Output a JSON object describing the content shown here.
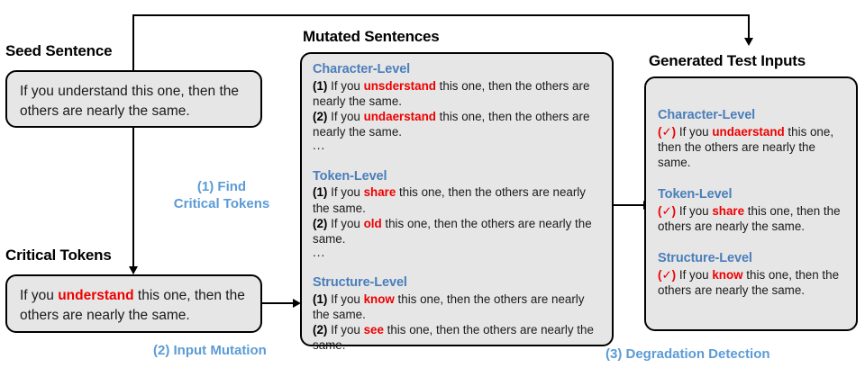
{
  "diagram": {
    "title_seed": "Seed Sentence",
    "title_critical": "Critical Tokens",
    "title_mutated": "Mutated Sentences",
    "title_generated": "Generated Test Inputs",
    "accent_blue": "#5b9bd5",
    "heading_blue": "#4a7ebb",
    "highlight_red": "#ee0000",
    "panel_fill": "#e6e6e6"
  },
  "seed_box": {
    "pre": "If you understand this one, then the others are nearly the same."
  },
  "critical_box": {
    "part1": "If you ",
    "token": "understand",
    "part2": " this one, then the others are nearly the same."
  },
  "steps": {
    "s1": "(1) Find\nCritical Tokens",
    "s2": "(2) Input Mutation",
    "s3": "(3) Degradation Detection"
  },
  "mutated": {
    "character": {
      "title": "Character-Level",
      "n1": "(1)",
      "a1": " If you ",
      "t1": "unsderstand",
      "b1": " this one, then the others are nearly the same.",
      "n2": "(2)",
      "a2": " If you ",
      "t2": "undaerstand",
      "b2": " this one, then the others are nearly the same.",
      "ellipsis": "..."
    },
    "token": {
      "title": "Token-Level",
      "n1": "(1)",
      "a1": " If you ",
      "t1": "share",
      "b1": " this one, then the others are nearly the same.",
      "n2": "(2)",
      "a2": " If you ",
      "t2": "old",
      "b2": " this one, then the others are nearly the same.",
      "ellipsis": "..."
    },
    "structure": {
      "title": "Structure-Level",
      "n1": "(1)",
      "a1": " If you ",
      "t1": "know",
      "b1": " this one, then the others are nearly the same.",
      "n2": "(2)",
      "a2": " If you ",
      "t2": "see",
      "b2": " this one, then the others are nearly the same."
    }
  },
  "generated": {
    "character": {
      "title": "Character-Level",
      "check": "(✓)",
      "a": " If you ",
      "token": "undaerstand",
      "b": " this one, then the others are nearly the same."
    },
    "token": {
      "title": "Token-Level",
      "check": "(✓)",
      "a": " If you ",
      "token": "share",
      "b": " this one, then the others are nearly the same."
    },
    "structure": {
      "title": "Structure-Level",
      "check": "(✓)",
      "a": " If you ",
      "token": "know",
      "b": " this one, then the others are nearly the same."
    }
  }
}
